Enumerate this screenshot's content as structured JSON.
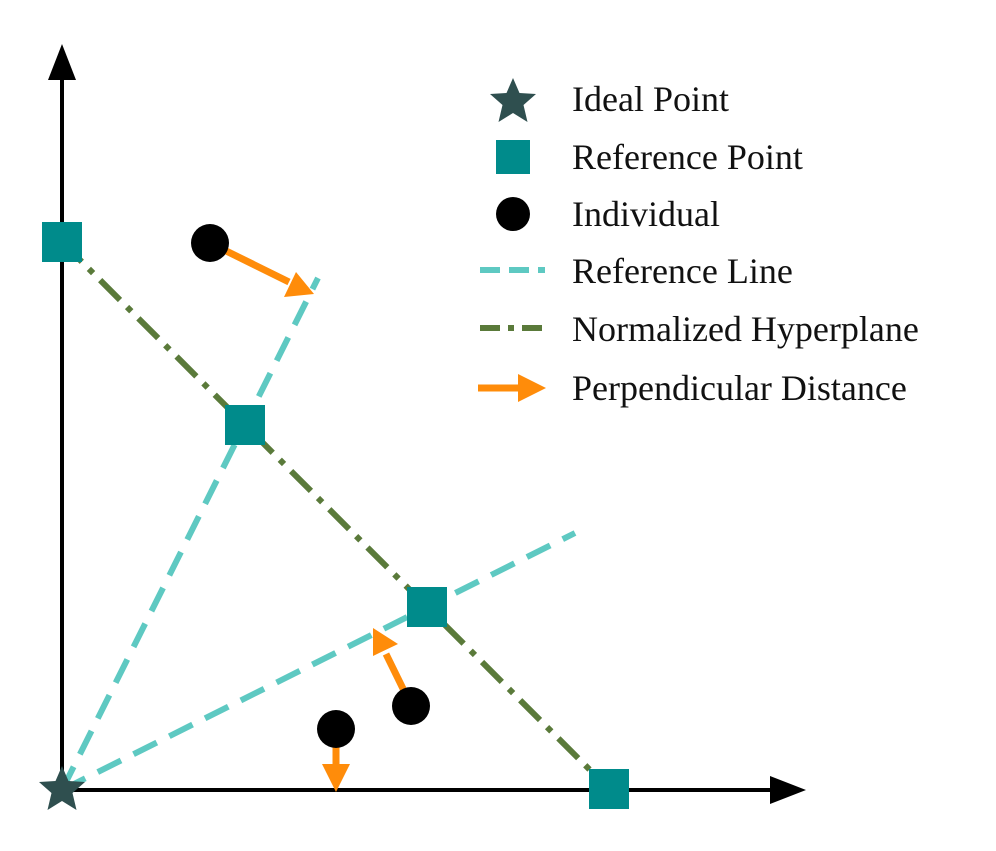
{
  "colors": {
    "axis": "#000000",
    "ideal_point": "#2f4f4f",
    "reference_point": "#008b8b",
    "individual": "#000000",
    "reference_line": "#5ec9c2",
    "hyperplane": "#5a7a3a",
    "perpendicular_distance": "#ff8c0a"
  },
  "legend": {
    "ideal_point": {
      "label": "Ideal Point",
      "icon": "star-icon"
    },
    "reference_point": {
      "label": "Reference Point",
      "icon": "square-icon"
    },
    "individual": {
      "label": "Individual",
      "icon": "circle-icon"
    },
    "reference_line": {
      "label": "Reference Line",
      "icon": "dashed-line-icon"
    },
    "hyperplane": {
      "label": "Normalized Hyperplane",
      "icon": "dash-dot-line-icon"
    },
    "perpendicular_distance": {
      "label": "Perpendicular Distance",
      "icon": "arrow-icon"
    }
  }
}
